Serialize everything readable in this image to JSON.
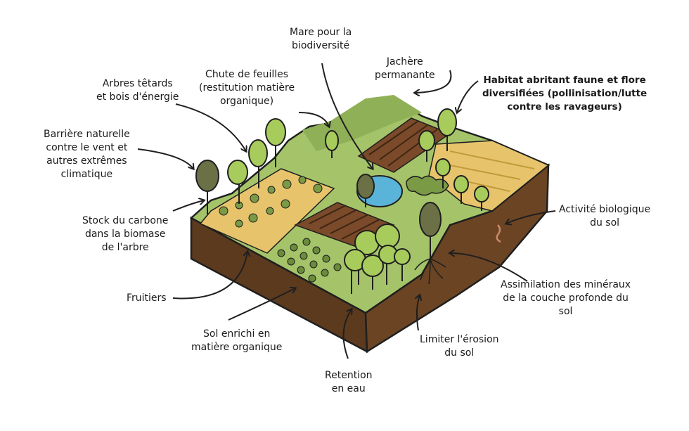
{
  "labels": {
    "mare": [
      "Mare pour la",
      "biodiversité"
    ],
    "jachere": [
      "Jachère",
      "permanante"
    ],
    "habitat": [
      "Habitat abritant faune et flore",
      "diversifiées (pollinisation/lutte",
      "contre les ravageurs)"
    ],
    "arbres_tetards": [
      "Arbres têtards",
      "et bois d'énergie"
    ],
    "chute_feuilles": [
      "Chute de feuilles",
      "(restitution matière",
      "organique)"
    ],
    "barriere": [
      "Barrière naturelle",
      "contre le vent et",
      "autres extrêmes",
      "climatique"
    ],
    "activite": [
      "Activité biologique",
      "du sol"
    ],
    "stock_carbone": [
      "Stock du carbone",
      "dans la biomase",
      "de l'arbre"
    ],
    "assimilation": [
      "Assimilation des minéraux",
      "de la couche profonde du",
      "sol"
    ],
    "fruitiers": [
      "Fruitiers"
    ],
    "sol_enrichi": [
      "Sol enrichi en",
      "matière organique"
    ],
    "limiter": [
      "Limiter l'érosion",
      "du sol"
    ],
    "retention": [
      "Retention",
      "en eau"
    ]
  },
  "colors": {
    "soil_front": "#5c3a1e",
    "soil_side": "#6b4424",
    "grass": "#a5c46a",
    "grass_dark": "#8fb056",
    "field_yellow": "#e7c46c",
    "field_brown": "#7a4a2a",
    "water": "#5ab3d8",
    "tree_light": "#a8cc5c",
    "tree_dark": "#6b7047",
    "outline": "#1f1f1f"
  }
}
